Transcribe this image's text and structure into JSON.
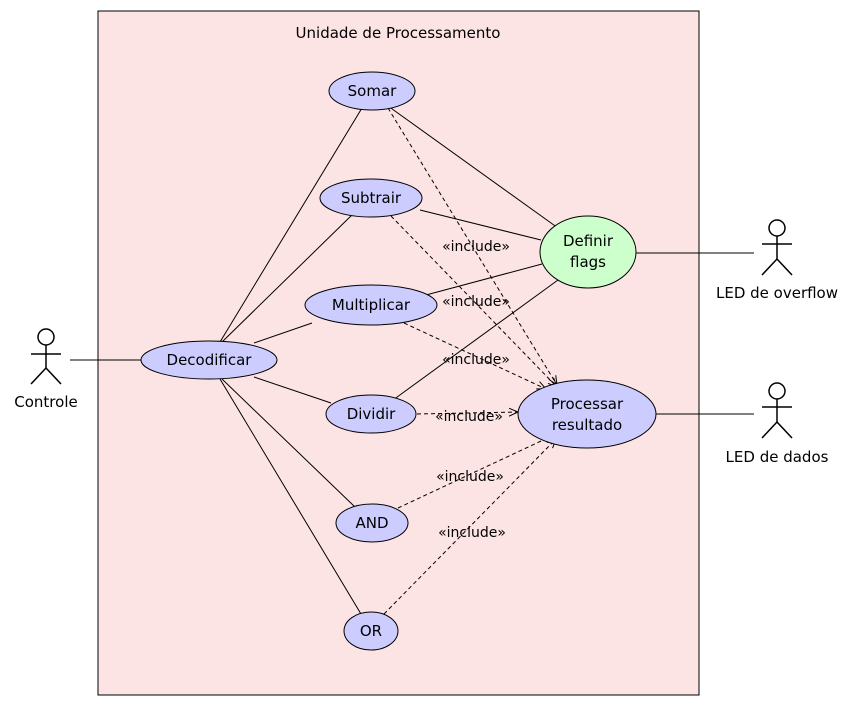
{
  "system": {
    "title": "Unidade de Processamento",
    "fill": "#fde4e4"
  },
  "actors": {
    "controle": "Controle",
    "led_overflow": "LED de overflow",
    "led_dados": "LED de dados"
  },
  "use_cases": {
    "decodificar": "Decodificar",
    "somar": "Somar",
    "subtrair": "Subtrair",
    "multiplicar": "Multiplicar",
    "dividir": "Dividir",
    "and": "AND",
    "or": "OR",
    "definir_flags_line1": "Definir",
    "definir_flags_line2": "flags",
    "processar_line1": "Processar",
    "processar_line2": "resultado"
  },
  "include_labels": [
    "«include»",
    "«include»",
    "«include»",
    "«include»",
    "«include»",
    "«include»"
  ],
  "colors": {
    "use_case_fill": "#ccccff",
    "definir_flags_fill": "#ccffcc",
    "stroke": "#000000"
  }
}
